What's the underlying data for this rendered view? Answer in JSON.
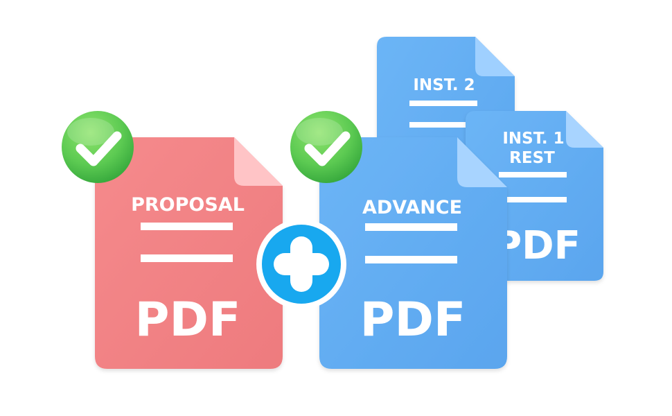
{
  "colors": {
    "proposal_doc": "#f27f82",
    "proposal_doc_fold": "#ffc7c8",
    "advance_doc": "#64aef2",
    "advance_doc_fold": "#a8d4ff",
    "plus_badge": "#17a7ef",
    "check_badge": "#5fce5b",
    "text": "#ffffff"
  },
  "documents": {
    "proposal": {
      "label": "PROPOSAL",
      "type_label": "PDF",
      "status": "checked"
    },
    "advance": {
      "label": "ADVANCE",
      "type_label": "PDF",
      "status": "checked"
    },
    "installment_2": {
      "label": "INST. 2"
    },
    "installment_1_rest": {
      "label_line1": "INST. 1",
      "label_line2": "REST",
      "type_label": "PDF"
    }
  },
  "icons": {
    "combine": "plus-icon",
    "status": "check-icon"
  }
}
